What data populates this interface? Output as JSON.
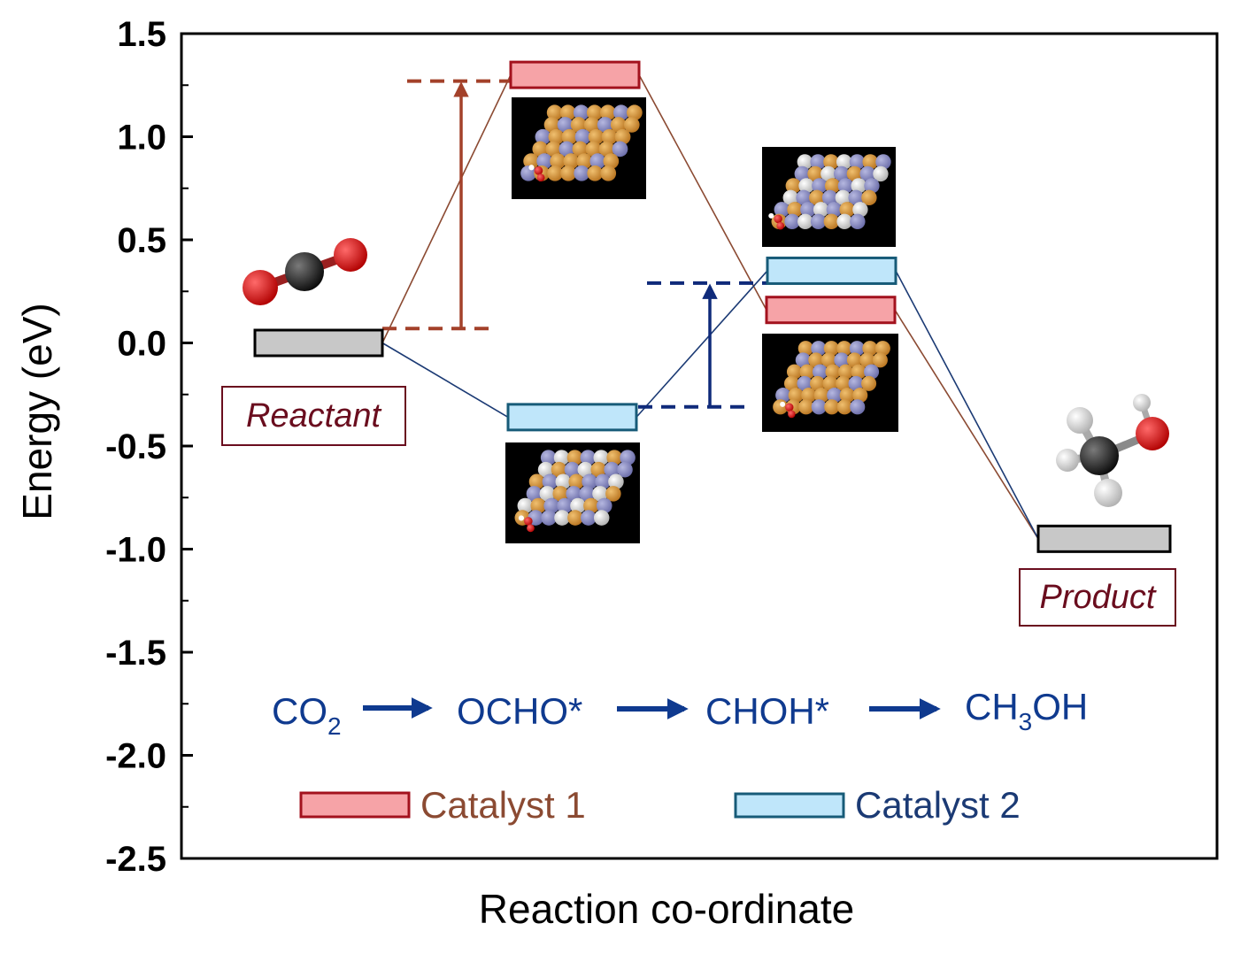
{
  "chart_data": {
    "type": "energy-level-diagram",
    "xlabel": "Reaction co-ordinate",
    "ylabel": "Energy (eV)",
    "ylim": [
      -2.5,
      1.5
    ],
    "yticks": [
      "1.5",
      "1.0",
      "0.5",
      "0.0",
      "-0.5",
      "-1.0",
      "-1.5",
      "-2.0",
      "-2.5"
    ],
    "ytick_values": [
      1.5,
      1.0,
      0.5,
      0.0,
      -0.5,
      -1.0,
      -1.5,
      -2.0,
      -2.5
    ],
    "states": [
      "Reactant",
      "OCHO*",
      "CHOH*",
      "Product"
    ],
    "labels": {
      "reactant": "Reactant",
      "product": "Product"
    },
    "common_levels": {
      "Reactant": 0.0,
      "Product": -0.95
    },
    "series": [
      {
        "name": "Catalyst 1",
        "color": "#f6a3a7",
        "edge": "#a3121e",
        "line": "#8b4a32",
        "values": [
          0.0,
          1.3,
          0.16,
          -0.95
        ]
      },
      {
        "name": "Catalyst 2",
        "color": "#bfe6fa",
        "edge": "#175b78",
        "line": "#1b3a74",
        "values": [
          0.0,
          -0.36,
          0.35,
          -0.95
        ]
      }
    ],
    "barriers": [
      {
        "series": "Catalyst 1",
        "from": 0.07,
        "to": 1.27,
        "color": "#a3412a"
      },
      {
        "series": "Catalyst 2",
        "from": -0.31,
        "to": 0.29,
        "color": "#0f2a7a"
      }
    ],
    "scheme": {
      "co2": "CO",
      "co2_sub": "2",
      "step2": "OCHO*",
      "step3": "CHOH*",
      "ch3oh_a": "CH",
      "ch3oh_sub": "3",
      "ch3oh_b": "OH"
    },
    "legend": {
      "placement": "bottom"
    },
    "colors": {
      "scheme": "#0f3a8f",
      "label_text": "#6a0d1e",
      "level_gray": "#c8c8c8"
    }
  }
}
